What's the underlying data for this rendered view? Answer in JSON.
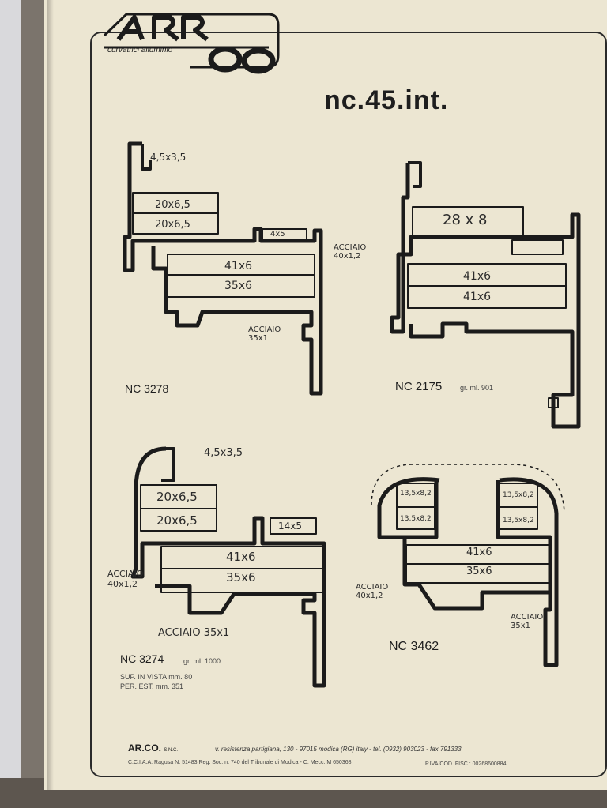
{
  "header": {
    "logo_text": "ARCO",
    "logo_tagline": "curvatrici alluminio",
    "title": "nc.45.int."
  },
  "profiles": [
    {
      "code": "NC 3278",
      "labels": [
        "4,5x3,5",
        "20x6,5",
        "20x6,5",
        "4x5",
        "41x6",
        "35x6",
        "ACCIAIO 40x1,2",
        "ACCIAIO 35x1"
      ]
    },
    {
      "code": "NC 2175",
      "weight": "gr. ml. 901",
      "labels": [
        "28 x 8",
        "41x6",
        "41x6"
      ]
    },
    {
      "code": "NC 3274",
      "weight": "gr. ml. 1000",
      "sup_lines": [
        "SUP. IN VISTA mm. 80",
        "PER. EST. mm. 351"
      ],
      "labels": [
        "4,5x3,5",
        "20x6,5",
        "20x6,5",
        "14x5",
        "41x6",
        "35x6",
        "ACCIAIO 40x1,2",
        "ACCIAIO 35x1"
      ]
    },
    {
      "code": "NC 3462",
      "labels": [
        "13,5x8,2",
        "13,5x8,2",
        "13,5x8,2",
        "13,5x8,2",
        "41x6",
        "35x6",
        "ACCIAIO 40x1,2",
        "ACCIAIO 35x1"
      ]
    }
  ],
  "footer": {
    "company": "AR.CO.",
    "company_suffix": "S.N.C.",
    "address": "v. resistenza partigiana, 130 - 97015 modica (RG) italy - tel. (0932) 903023 - fax 791333",
    "registry": "C.C.I.A.A. Ragusa N. 51483 Reg. Soc. n. 740 del Tribunale di Modica - C. Mecc. M 650368",
    "vat": "P.IVA/COD. FISC.: 00268600884"
  }
}
